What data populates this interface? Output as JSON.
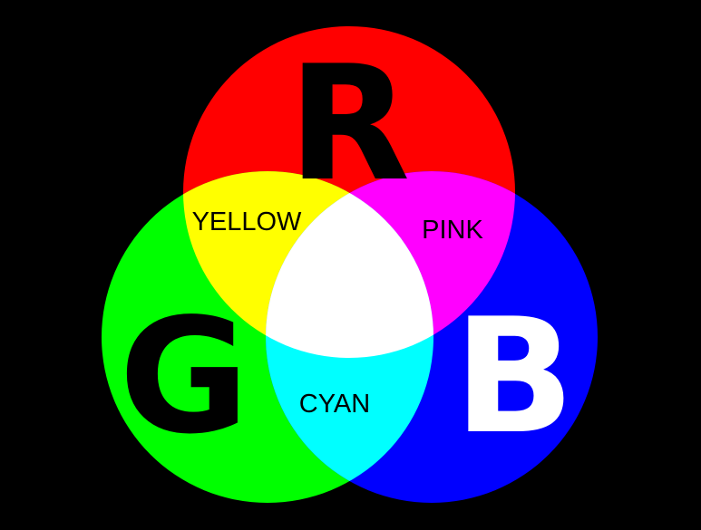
{
  "diagram": {
    "background": "#000000",
    "circles": [
      {
        "key": "red",
        "color": "#FF0000"
      },
      {
        "key": "green",
        "color": "#00FF00"
      },
      {
        "key": "blue",
        "color": "#0000FF"
      }
    ],
    "overlaps": [
      {
        "key": "red-green",
        "color": "#FFFF00"
      },
      {
        "key": "red-blue",
        "color": "#FF00FF"
      },
      {
        "key": "green-blue",
        "color": "#00FFFF"
      },
      {
        "key": "all-three",
        "color": "#FFFFFF"
      }
    ],
    "letters": {
      "red": {
        "text": "R",
        "color": "#000000"
      },
      "green": {
        "text": "G",
        "color": "#000000"
      },
      "blue": {
        "text": "B",
        "color": "#FFFFFF"
      }
    },
    "labels": {
      "yellow": "YELLOW",
      "pink": "PINK",
      "cyan": "CYAN",
      "color": "#000000"
    }
  }
}
